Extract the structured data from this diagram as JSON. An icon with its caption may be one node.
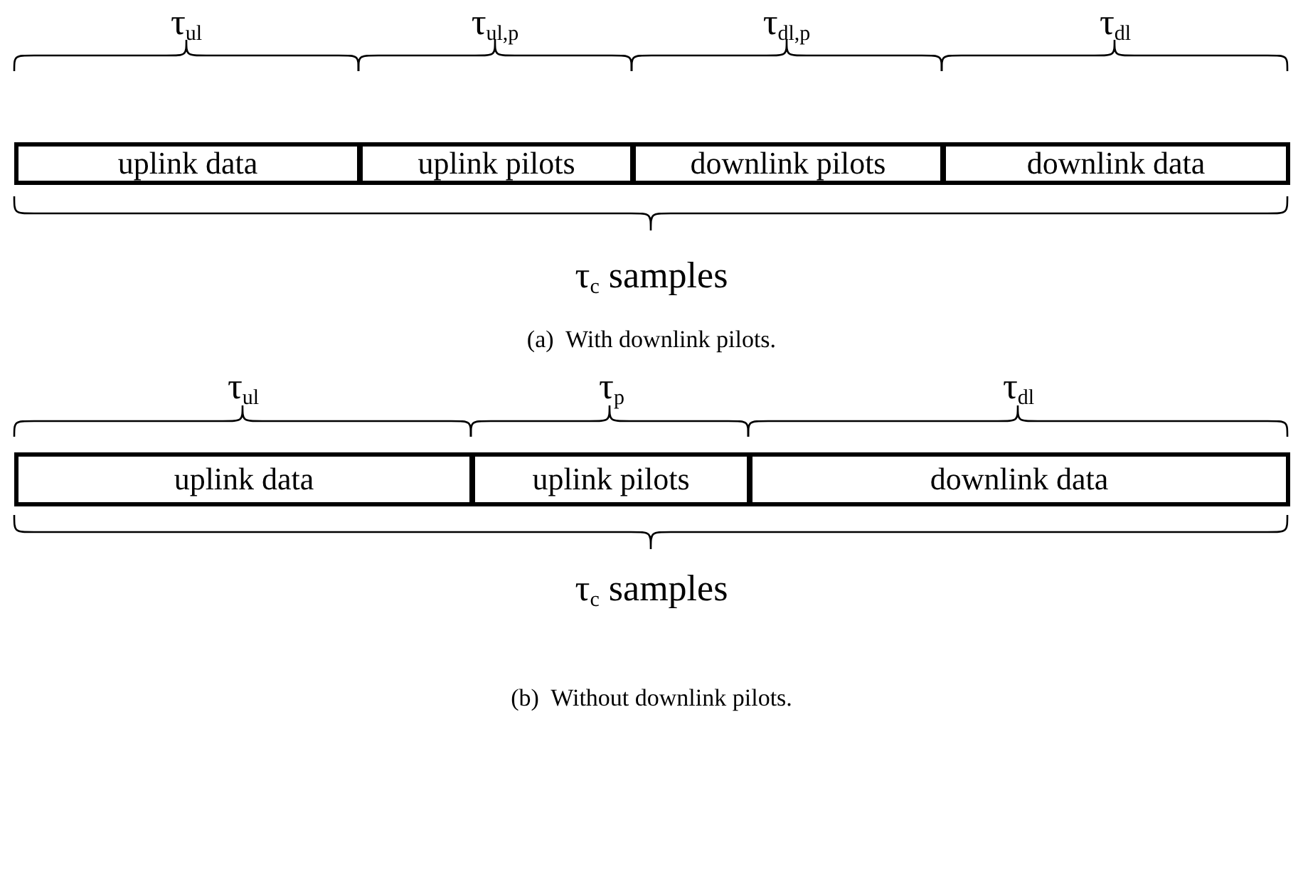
{
  "diagram": {
    "nodes": [
      {
        "text": [
          "uplink data"
        ]
      },
      {
        "text": [
          "uplink pilots"
        ]
      },
      {
        "text": [
          "downlink pilots"
        ]
      },
      {
        "text": [
          "downlink data"
        ]
      },
      {
        "text": [
          "uplink data"
        ]
      },
      {
        "text": [
          "uplink pilots"
        ]
      },
      {
        "text": [
          "downlink data"
        ]
      }
    ],
    "edges": [],
    "labels": [
      "τ$_{ul}$",
      "τ$_{ul,p}$",
      "τ$_{dl,p}$",
      "τ$_{dl}$",
      "τ$_{c}$ samples",
      "(a)  With downlink pilots.",
      "τ$_{ul}$",
      "τ$_{p}$",
      "τ$_{dl}$",
      "τ$_{c}$ samples",
      "(b)  Without downlink pilots."
    ]
  }
}
